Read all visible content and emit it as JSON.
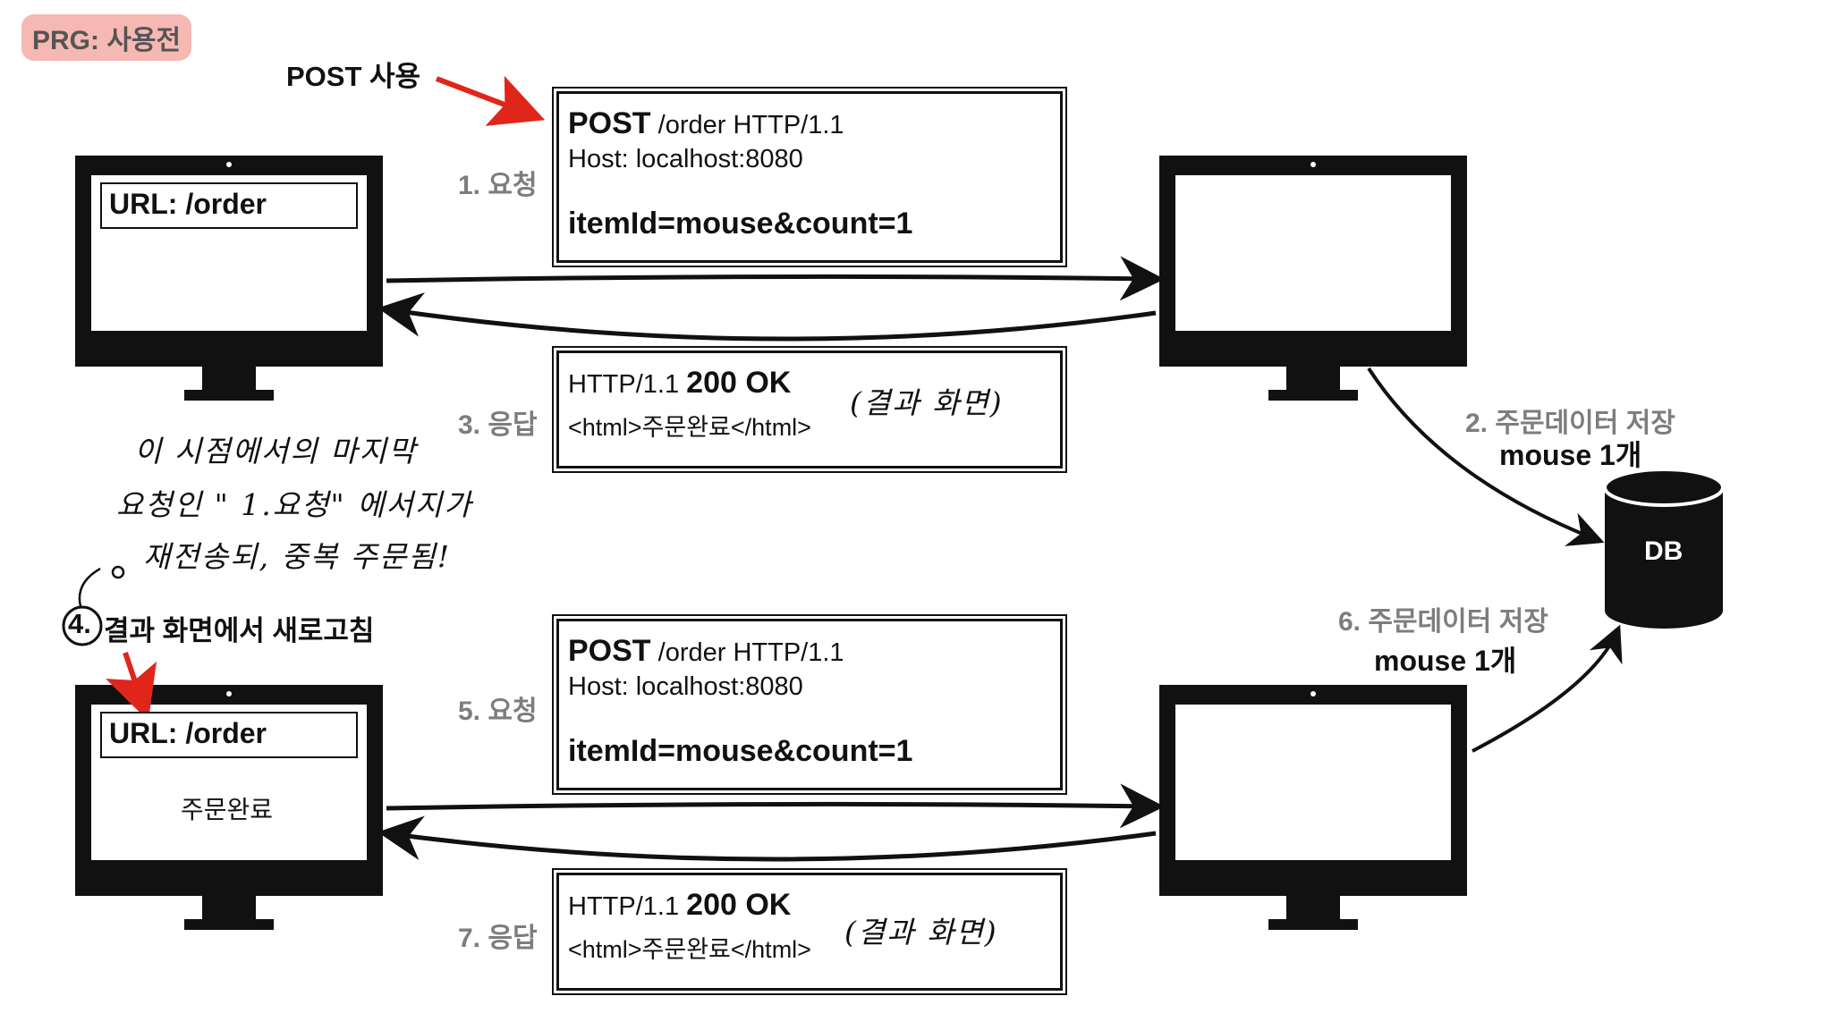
{
  "title": "PRG: 사용전",
  "post_usage_label": "POST 사용",
  "request1": {
    "step_label": "1. 요청",
    "request_line_method": "POST",
    "request_line_rest": "/order HTTP/1.1",
    "host_line": "Host: localhost:8080",
    "body_line": "itemId=mouse&count=1"
  },
  "response3": {
    "step_label": "3. 응답",
    "status_prefix": "HTTP/1.1",
    "status_bold": "200 OK",
    "html_line": "<html>주문완료</html>",
    "handwritten_note": "(결과 화면)"
  },
  "request5": {
    "step_label": "5. 요청",
    "request_line_method": "POST",
    "request_line_rest": "/order HTTP/1.1",
    "host_line": "Host: localhost:8080",
    "body_line": "itemId=mouse&count=1"
  },
  "response7": {
    "step_label": "7. 응답",
    "status_prefix": "HTTP/1.1",
    "status_bold": "200 OK",
    "html_line": "<html>주문완료</html>",
    "handwritten_note": "(결과 화면)"
  },
  "client_top": {
    "url_text": "URL: /order"
  },
  "client_bottom": {
    "url_text": "URL: /order",
    "screen_text": "주문완료"
  },
  "save_top": {
    "line1": "2. 주문데이터 저장",
    "line2": "mouse 1개"
  },
  "save_bottom": {
    "line1": "6. 주문데이터 저장",
    "line2": "mouse 1개"
  },
  "database": {
    "label": "DB"
  },
  "refresh_label": {
    "number": "4.",
    "text": "결과 화면에서 새로고침"
  },
  "handwritten_comment": {
    "line1": "이 시점에서의 마지막",
    "line2": "요청인 \" 1.요청\" 에서지가",
    "line3": "재전송되, 중복 주문됨!"
  },
  "colors": {
    "accent_red": "#e0261b",
    "title_badge": "#f6b8b3",
    "step_gray": "#7d7d7d"
  }
}
